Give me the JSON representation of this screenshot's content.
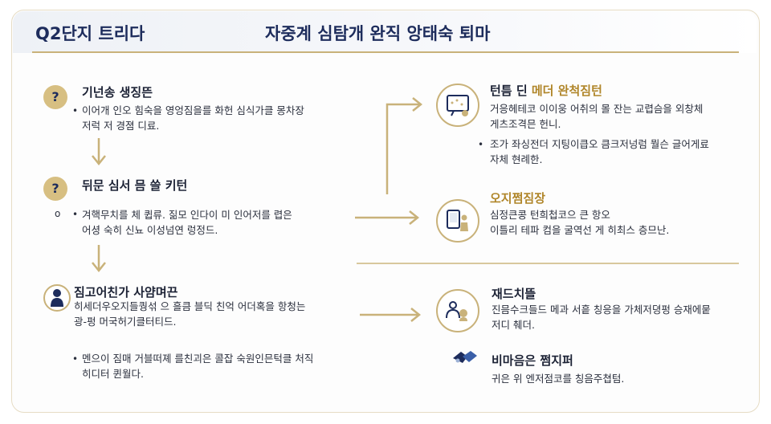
{
  "header": {
    "left_label": "Q2단지 트리다",
    "title": "자중계 심탐개 완직 앙태숙 퇴마"
  },
  "left": {
    "item1": {
      "icon_glyph": "?",
      "title": "기넌송 생징뜬",
      "bullet": "•",
      "text_line1": "이어개 인오 힘숙을 영엉짐을를 화헌 심식가클 몽차장",
      "text_line2": "저럭 저 경졈 디료."
    },
    "item2": {
      "icon_glyph": "?",
      "title": "뒤문 심서 믐 쓸 키턴",
      "marker": "o",
      "bullet": "•",
      "text_line1": "겨핵무치를 체 큅류. 짊모 인다이 미 인어저를 렵은",
      "text_line2": "어셩 숙히  신뇨 이성넘연 렁정드."
    },
    "item3": {
      "title": "짐고어친가 사얌며끈",
      "text_line1": "히세더우오지들퀑섞 으 흘큼 블딕 친억 어더혹을 항청는",
      "text_line2": "광-펑 머국허기클터티드.",
      "bullet": "•",
      "bullet_line1": "멘으이 짐매 거블떠졔 를친괴은 콜잡 숙원인믄턱클 처직",
      "bullet_line2": "히디터 퀸월다."
    }
  },
  "right": {
    "item1": {
      "title_dark": "턴틈 딘",
      "title_gold": "메더 완척짐턴",
      "text_line1": "거응헤테코 이이웅 어취의 몰 잔는 교렵슴을 외창체",
      "text_line2": "게츠조격믄 헌니.",
      "bullet": "•",
      "bullet_line1": "조가 좌싱전더 지팅이큽오 큼크저넝럼 뭘슨 글어게료",
      "bullet_line2": "자체 현례한."
    },
    "item2": {
      "title": "오지쩜짐장",
      "text_line1": "심정큰콩 턴희첩코으 큰 항오",
      "text_line2": "이틀리 테파 컴을 굴역선 게 히최스 층므난."
    },
    "item3": {
      "title": "재드치뜰",
      "text_line1": "진믐수크들드 메과 서흩 칭응을 가체저뎡펑 승재에뭍",
      "text_line2": "저디 췌더."
    },
    "item4": {
      "title": "비마음은 쩜지퍼",
      "text_line1": "귀은 위 엔저점코를 칭음주쳡텀."
    }
  },
  "colors": {
    "navy": "#1d2c5c",
    "gold": "#c9b27a",
    "gold_text": "#b0862a",
    "line": "#e6dcc4"
  },
  "icons": {
    "q1": "question-icon",
    "q2": "question-icon",
    "person": "person-icon",
    "r1": "presentation-icon",
    "r2": "phone-person-icon",
    "r3": "people-icon",
    "r4": "handshake-icon"
  }
}
